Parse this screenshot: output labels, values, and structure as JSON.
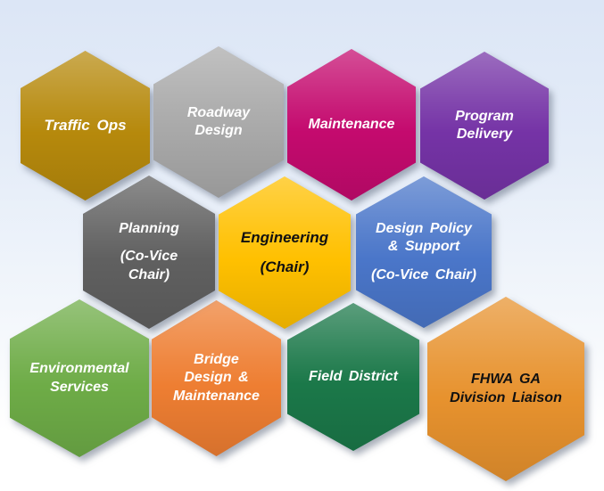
{
  "diagram": {
    "description_colors": {
      "background_top": "#dce6f6",
      "background_bottom": "#ffffff"
    },
    "hexagons": [
      {
        "id": "traffic-ops",
        "fill": "#B6890C",
        "text_color": "#FFFFFF",
        "lines": [
          {
            "text": "Traffic Ops"
          }
        ]
      },
      {
        "id": "roadway-design",
        "fill": "#A9A9A9",
        "text_color": "#FFFFFF",
        "lines": [
          {
            "text": "Roadway"
          },
          {
            "text": "Design"
          }
        ]
      },
      {
        "id": "maintenance",
        "fill": "#C40A6E",
        "text_color": "#FFFFFF",
        "lines": [
          {
            "text": "Maintenance"
          }
        ]
      },
      {
        "id": "program-delivery",
        "fill": "#7533A6",
        "text_color": "#FFFFFF",
        "lines": [
          {
            "text": "Program"
          },
          {
            "text": "Delivery"
          }
        ]
      },
      {
        "id": "planning",
        "fill": "#606060",
        "text_color": "#FFFFFF",
        "lines": [
          {
            "text": "Planning"
          },
          {
            "text": "(Co-Vice",
            "gap": true
          },
          {
            "text": "Chair)"
          }
        ]
      },
      {
        "id": "engineering",
        "fill": "#FFC000",
        "text_color": "#111111",
        "lines": [
          {
            "text": "Engineering"
          },
          {
            "text": "(Chair)",
            "gap": true
          }
        ]
      },
      {
        "id": "design-policy",
        "fill": "#4A76C9",
        "text_color": "#FFFFFF",
        "lines": [
          {
            "text": "Design Policy"
          },
          {
            "text": "& Support"
          },
          {
            "text": "(Co-Vice Chair)",
            "gap": true
          }
        ]
      },
      {
        "id": "environmental",
        "fill": "#6EAC47",
        "text_color": "#FFFFFF",
        "lines": [
          {
            "text": "Environmental"
          },
          {
            "text": "Services"
          }
        ]
      },
      {
        "id": "bridge",
        "fill": "#EE7E32",
        "text_color": "#FFFFFF",
        "lines": [
          {
            "text": "Bridge"
          },
          {
            "text": "Design &"
          },
          {
            "text": "Maintenance"
          }
        ]
      },
      {
        "id": "field-district",
        "fill": "#1B7849",
        "text_color": "#FFFFFF",
        "lines": [
          {
            "text": "Field District"
          }
        ]
      },
      {
        "id": "fhwa",
        "fill": "#E7922E",
        "text_color": "#111111",
        "lines": [
          {
            "text": "FHWA GA"
          },
          {
            "text": "Division Liaison"
          }
        ]
      }
    ]
  }
}
